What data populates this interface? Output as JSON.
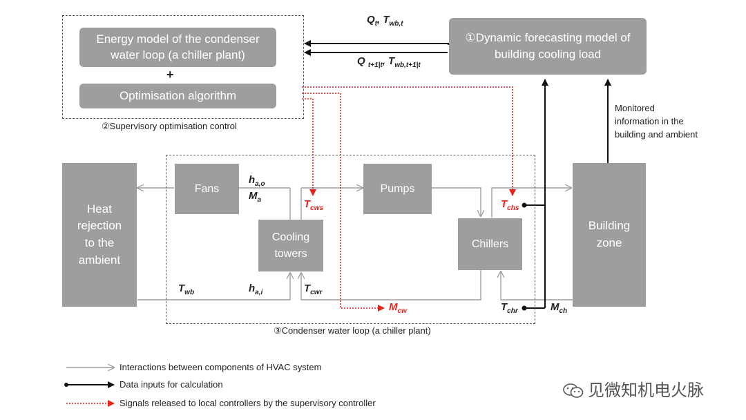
{
  "boxes": {
    "energy_model": "Energy model of the condenser water loop (a chiller plant)",
    "plus": "+",
    "optimisation": "Optimisation algorithm",
    "forecasting": "①Dynamic forecasting model of building cooling load",
    "fans": "Fans",
    "pumps": "Pumps",
    "cooling_towers": "Cooling towers",
    "chillers": "Chillers",
    "heat_rejection": "Heat rejection to the ambient",
    "building_zone": "Building zone"
  },
  "groups": {
    "supervisory": "②Supervisory optimisation control",
    "condenser_loop": "③Condenser water loop (a chiller plant)"
  },
  "monitored": "Monitored information in the building and ambient",
  "vars": {
    "q_t": {
      "main": "Q",
      "sub": "t",
      "sep": ", ",
      "main2": "T",
      "sub2": "wb,t"
    },
    "q_forecast": {
      "main": "Q",
      "sub": "t+1|t",
      "sep": ", ",
      "main2": "T",
      "sub2": "wb,t+1|t"
    },
    "h_ao": {
      "main": "h",
      "sub": "a,o"
    },
    "m_a": {
      "main": "M",
      "sub": "a"
    },
    "t_cws": {
      "main": "T",
      "sub": "cws"
    },
    "t_chs": {
      "main": "T",
      "sub": "chs"
    },
    "t_wb": {
      "main": "T",
      "sub": "wb"
    },
    "h_ai": {
      "main": "h",
      "sub": "a,i"
    },
    "t_cwr": {
      "main": "T",
      "sub": "cwr"
    },
    "m_cw": {
      "main": "M",
      "sub": "cw"
    },
    "t_chr": {
      "main": "T",
      "sub": "chr"
    },
    "m_ch": {
      "main": "M",
      "sub": "ch"
    }
  },
  "legend": {
    "interactions": "Interactions between components of HVAC system",
    "data_inputs": "Data inputs for calculation",
    "signals": "Signals released to local controllers by the supervisory controller"
  },
  "watermark": "见微知机电火脉",
  "colors": {
    "box_fill": "#9e9e9e",
    "interaction_line": "#9e9e9e",
    "data_line": "#111111",
    "signal_line": "#e8211b"
  }
}
